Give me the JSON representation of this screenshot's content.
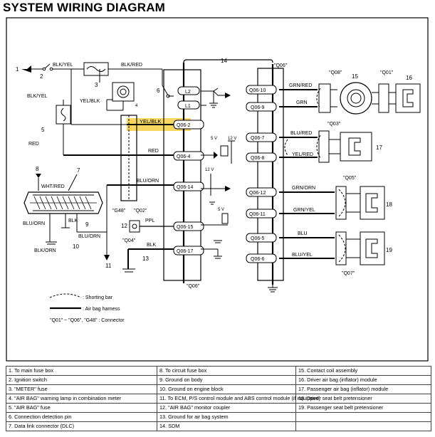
{
  "title": "SYSTEM WIRING DIAGRAM",
  "wires": {
    "blk_yel_top": "BLK/YEL",
    "blk_red_top": "BLK/RED",
    "yel_blk": "YEL/BLK",
    "blk_yel_left": "BLK/YEL",
    "yel_blk_hl": "YEL/BLK",
    "red": "RED",
    "blu_orn_mid": "BLU/ORN",
    "wht_red": "WHT/RED",
    "blk": "BLK",
    "blu_orn_low": "BLU/ORN",
    "blu_orn_left": "BLU/ORN",
    "blk_orn": "BLK/ORN",
    "ppl": "PPL",
    "blk_bottom": "BLK",
    "grn_red": "GRN/RED",
    "grn": "GRN",
    "blu_red": "BLU/RED",
    "yel_red": "YEL/RED",
    "grn_orn": "GRN/ORN",
    "grn_yel": "GRN/YEL",
    "blu": "BLU",
    "blu_yel": "BLU/YEL",
    "red_left": "RED"
  },
  "pins": [
    "Q06-10",
    "Q06-9",
    "Q06-7",
    "Q06-8",
    "Q06-12",
    "Q06-11",
    "Q06-5",
    "Q06-6",
    "Q06-2",
    "Q06-4",
    "Q06-14",
    "Q06-15",
    "Q06-17"
  ],
  "connectors": {
    "q06_top": "\"Q06\"",
    "q06_bottom": "\"Q06\"",
    "q08": "\"Q08\"",
    "q01": "\"Q01\"",
    "q03": "\"Q03\"",
    "q05": "\"Q05\"",
    "q07": "\"Q07\"",
    "g48": "\"G48\"",
    "q02": "\"Q02\"",
    "q04": "\"Q04\""
  },
  "labels": {
    "l2": "L2",
    "l1": "L1",
    "v5a": "5 V",
    "v12a": "12 V",
    "v12b": "12 V",
    "v5b": "5 V"
  },
  "numbers": [
    "1",
    "2",
    "3",
    "4",
    "5",
    "6",
    "7",
    "8",
    "9",
    "10",
    "11",
    "12",
    "13",
    "14",
    "15",
    "16",
    "17",
    "18",
    "19"
  ],
  "key": {
    "shorting_bar": ": Shorting bar",
    "air_bag_harness": ": Air bag harness",
    "connector_note": "\"Q01\" ~ \"Q06\", \"G48\" : Connector"
  },
  "legend": [
    [
      "1.  To main fuse box",
      "8.  To circuit fuse box",
      "15.  Contact coil assembly"
    ],
    [
      "2.  Ignition switch",
      "9.  Ground on body",
      "16.  Driver air bag (inflator) module"
    ],
    [
      "3.  \"METER\" fuse",
      "10.  Ground on engine block",
      "17.  Passenger air bag (inflator) module"
    ],
    [
      "4.  \"AIR BAG\" warning lamp in combination meter",
      "11.  To ECM, P/S control module and ABS control module (if equipped)",
      "18.  Driver seat belt pretensioner"
    ],
    [
      "5.  \"AIR BAG\" fuse",
      "12.  \"AIR BAG\" monitor coupler",
      "19.  Passenger seat belt pretensioner"
    ],
    [
      "6.  Connection detection pin",
      "13.  Ground for air bag system",
      ""
    ],
    [
      "7.  Data link connector (DLC)",
      "14.  SDM",
      ""
    ]
  ],
  "colors": {
    "highlight": "#f6d046"
  }
}
